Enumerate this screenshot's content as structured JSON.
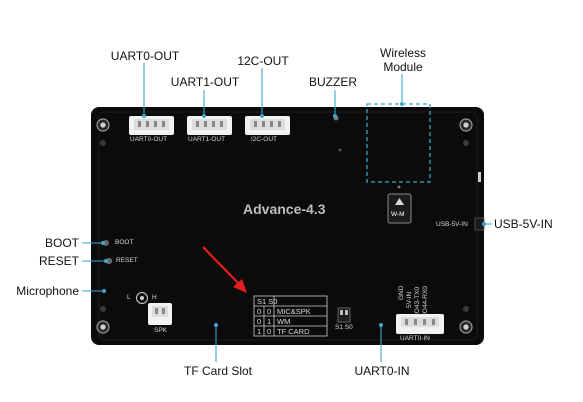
{
  "callouts": {
    "uart0_out": "UART0-OUT",
    "uart1_out": "UART1-OUT",
    "i2c_out": "12C-OUT",
    "buzzer": "BUZZER",
    "wireless_line1": "Wireless",
    "wireless_line2": "Module",
    "usb_5v_in": "USB-5V-IN",
    "boot": "BOOT",
    "reset": "RESET",
    "microphone": "Microphone",
    "tf_card_slot": "TF Card Slot",
    "uart0_in": "UART0-IN"
  },
  "board": {
    "title": "Advance-4.3",
    "silk_uart0_out": "UART0-OUT",
    "silk_uart1_out": "UART1-OUT",
    "silk_i2c_out": "I2C-OUT",
    "silk_boot": "BOOT",
    "silk_reset": "RESET",
    "silk_usb": "USB-5V-IN",
    "silk_spk": "SPK",
    "silk_uart0_in": "UART0-IN",
    "silk_wm": "W-M",
    "silk_mic_l": "L",
    "silk_mic_h": "H",
    "silk_switch": "S1 S0",
    "silk_pins_1": "GND",
    "silk_pins_2": "5V-IN",
    "silk_pins_3": "IO43-TX0",
    "silk_pins_4": "IO44-RX0"
  },
  "mode_table": {
    "header": "S1 S0",
    "rows": [
      {
        "s1": "0",
        "s0": "0",
        "mode": "MIC&SPK"
      },
      {
        "s1": "0",
        "s0": "1",
        "mode": "WM"
      },
      {
        "s1": "1",
        "s0": "0",
        "mode": "TF CARD"
      }
    ]
  },
  "colors": {
    "board": "#0b0b0b",
    "wireless_dash": "#35a6c9",
    "leader": "#3ea7cc",
    "arrow": "#e41e1e",
    "connector": "#f2f2f2"
  }
}
